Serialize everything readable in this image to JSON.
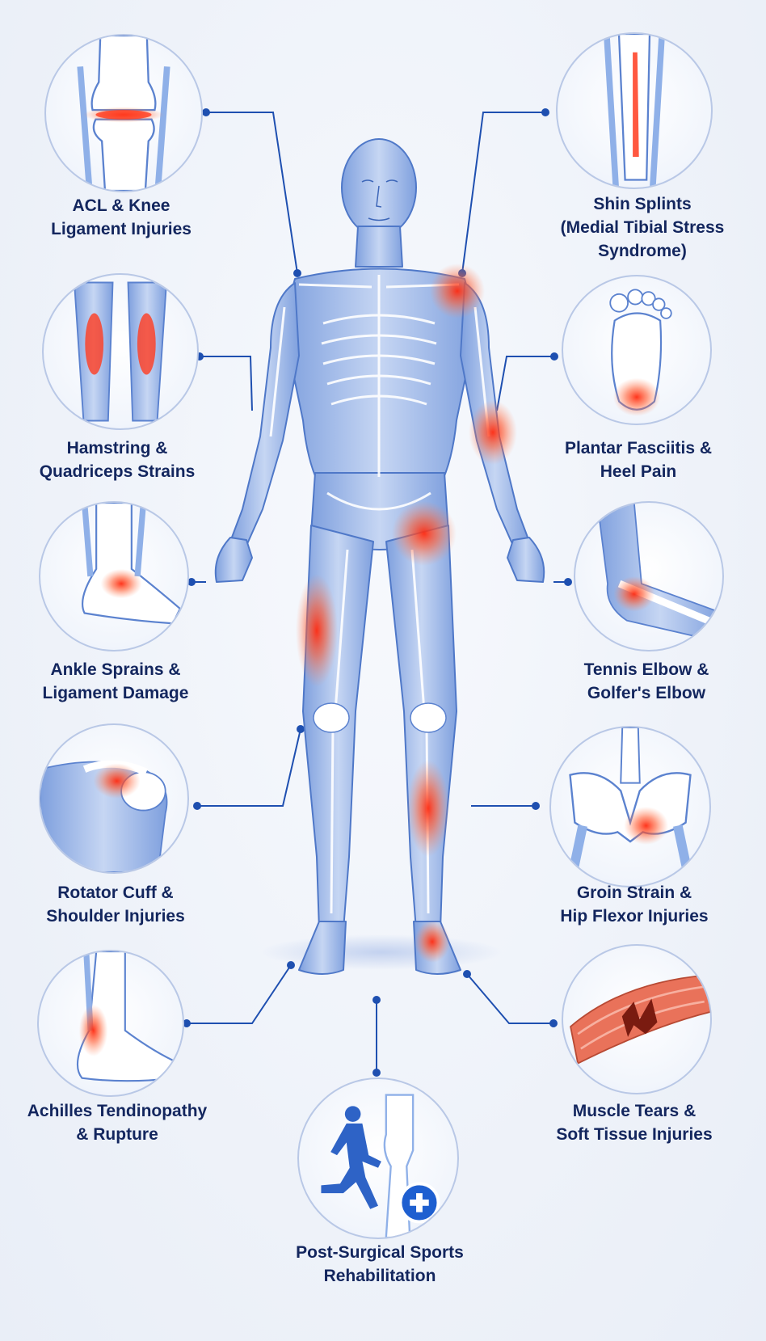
{
  "palette": {
    "line": "#1e4fb0",
    "dot": "#1e4fb0",
    "bone": "#ffffff",
    "muscle": "#a9c1ec",
    "muscle_dark": "#6f93d6",
    "outline": "#5b82cf",
    "pain": "#ff3b1f",
    "label": "#13265e",
    "circle_border": "#b9c8e6"
  },
  "injuries": {
    "acl": {
      "line1": "ACL & Knee",
      "line2": "Ligament Injuries",
      "icon": "knee-joint-icon"
    },
    "shin": {
      "line1": "Shin Splints",
      "line2": "(Medial Tibial Stress",
      "line3": "Syndrome)",
      "icon": "tibia-icon"
    },
    "hamstring": {
      "line1": "Hamstring &",
      "line2": "Quadriceps Strains",
      "icon": "thigh-muscles-icon"
    },
    "plantar": {
      "line1": "Plantar Fasciitis &",
      "line2": "Heel Pain",
      "icon": "foot-sole-icon"
    },
    "ankle": {
      "line1": "Ankle Sprains &",
      "line2": "Ligament Damage",
      "icon": "ankle-icon"
    },
    "tennis": {
      "line1": "Tennis Elbow &",
      "line2": "Golfer's Elbow",
      "icon": "elbow-icon"
    },
    "rotator": {
      "line1": "Rotator Cuff &",
      "line2": "Shoulder Injuries",
      "icon": "shoulder-icon"
    },
    "groin": {
      "line1": "Groin Strain &",
      "line2": "Hip Flexor Injuries",
      "icon": "pelvis-icon"
    },
    "achilles": {
      "line1": "Achilles Tendinopathy",
      "line2": "& Rupture",
      "icon": "achilles-icon"
    },
    "muscle": {
      "line1": "Muscle Tears &",
      "line2": "Soft Tissue Injuries",
      "icon": "torn-muscle-icon"
    },
    "postsurg": {
      "line1": "Post-Surgical Sports",
      "line2": "Rehabilitation",
      "icon": "runner-plus-icon"
    }
  }
}
